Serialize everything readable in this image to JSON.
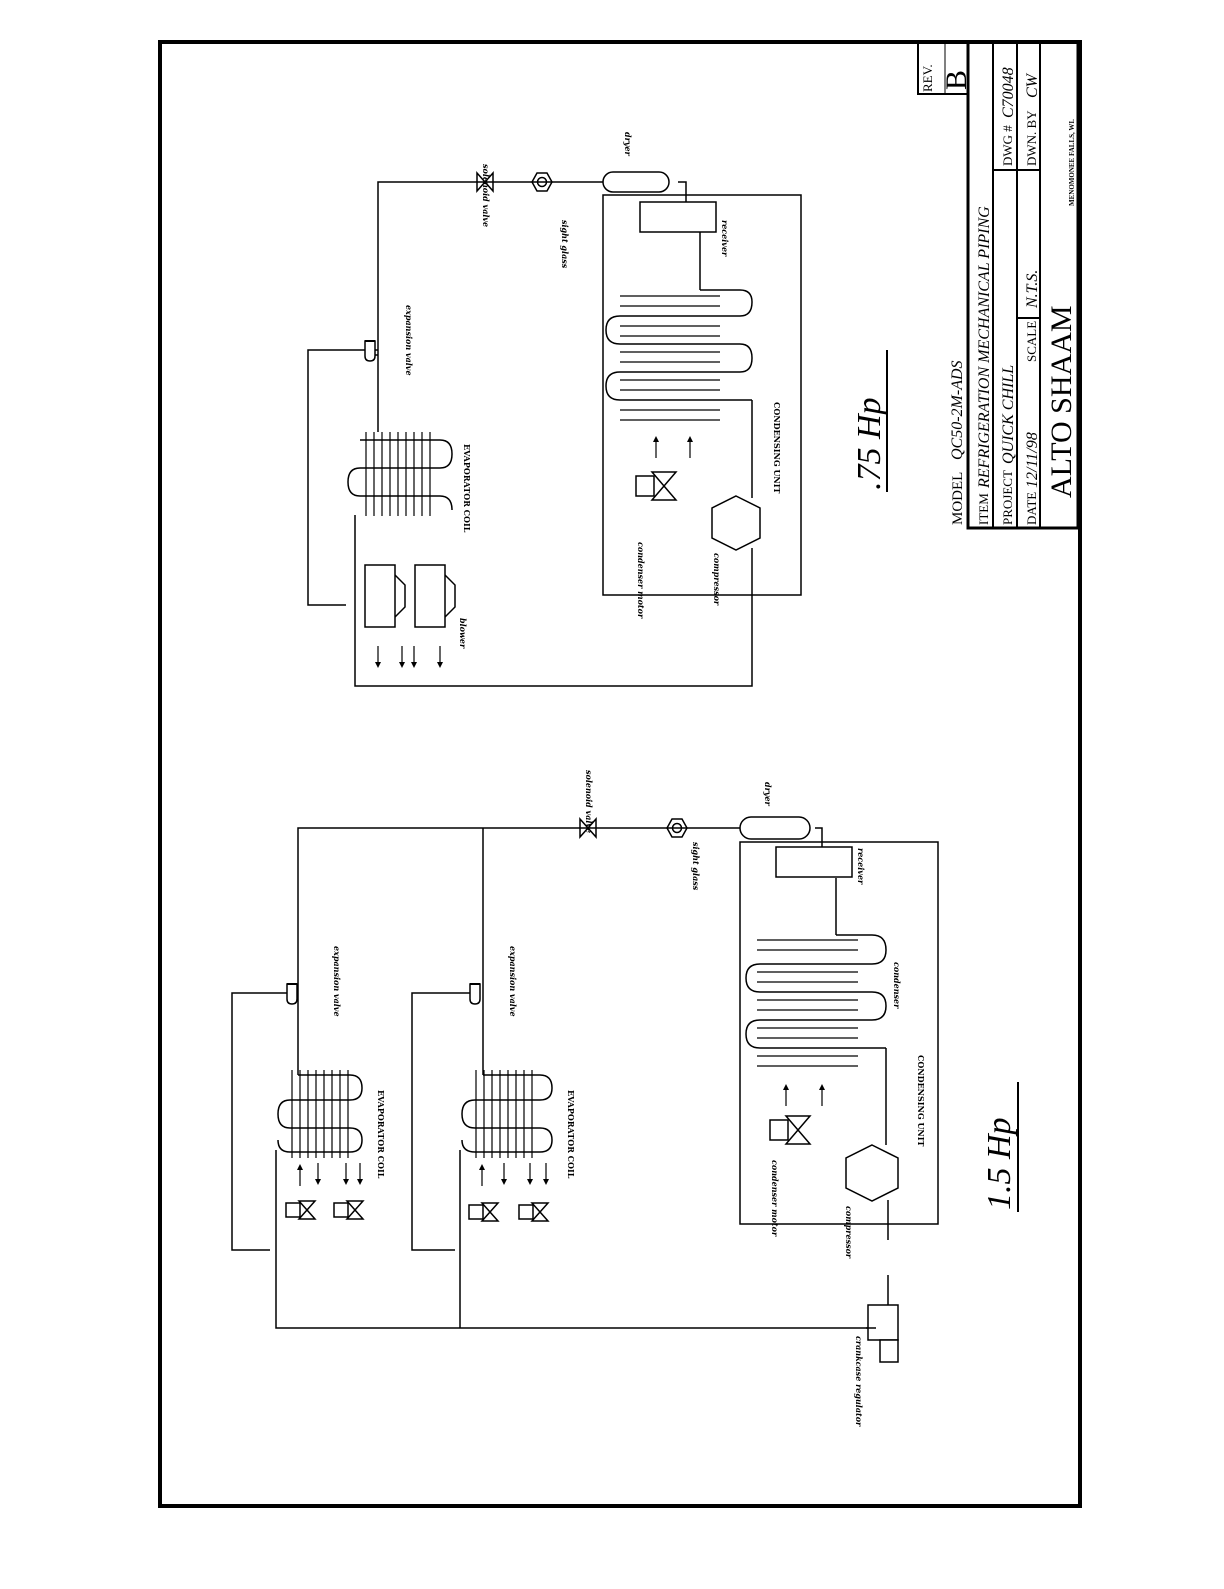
{
  "title_block": {
    "model_label": "MODEL",
    "model_value": "QC50-2M-ADS",
    "item_label": "ITEM",
    "item_value": "REFRIGERATION MECHANICAL PIPING",
    "project_label": "PROJECT",
    "project_value": "QUICK CHILL",
    "dwg_label": "DWG #",
    "dwg_value": "C70048",
    "date_label": "DATE",
    "date_value": "12/11/98",
    "scale_label": "SCALE",
    "scale_value": "N.T.S.",
    "dwn_label": "DWN. BY",
    "dwn_value": "CW",
    "company": "ALTO SHAAM",
    "location": "MENOMONEE FALLS, WI.",
    "rev_label": "REV.",
    "rev_value": "B"
  },
  "system_075": {
    "title": ".75 Hp",
    "solenoid_valve": "solenoid valve",
    "sight_glass": "sight glass",
    "dryer": "dryer",
    "receiver": "receiver",
    "expansion_valve": "expansion valve",
    "evaporator_coil": "EVAPORATOR COIL",
    "condensing_unit": "CONDENSING UNIT",
    "condenser_motor": "condenser motor",
    "compressor": "compressor",
    "blower": "blower"
  },
  "system_15": {
    "title": "1.5 Hp",
    "solenoid_valve": "solenoid valve",
    "sight_glass": "sight glass",
    "dryer": "dryer",
    "receiver": "receiver",
    "expansion_valve_1": "expansion valve",
    "expansion_valve_2": "expansion valve",
    "evaporator_coil_1": "EVAPORATOR COIL",
    "evaporator_coil_2": "EVAPORATOR COIL",
    "condenser": "condenser",
    "condensing_unit": "CONDENSING UNIT",
    "condenser_motor": "condenser motor",
    "compressor": "compressor",
    "crankcase_regulator": "crankcase regulator"
  }
}
